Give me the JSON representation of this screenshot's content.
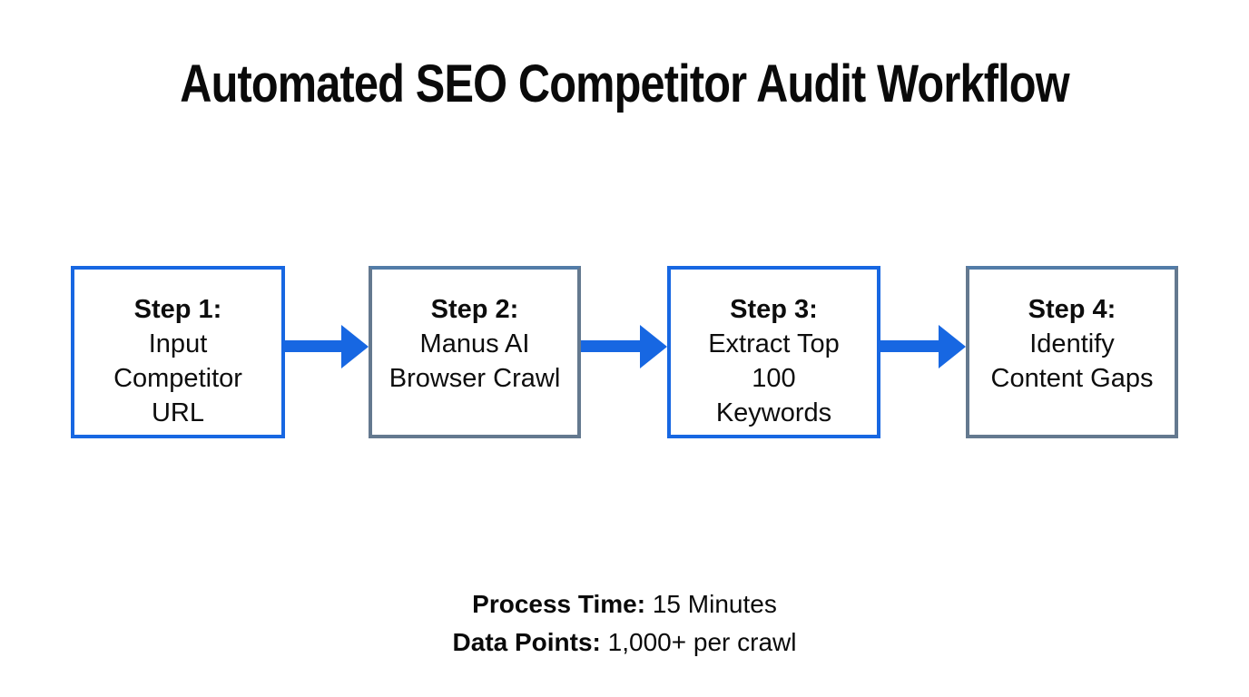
{
  "title": "Automated SEO Competitor Audit Workflow",
  "colors": {
    "accent_blue": "#1767e2",
    "slate_border": "#64798f",
    "text": "#0d0d0d",
    "background": "#ffffff"
  },
  "steps": [
    {
      "label": "Step 1:",
      "lines": [
        "Input",
        "Competitor",
        "URL"
      ],
      "border_style": "blue"
    },
    {
      "label": "Step 2:",
      "lines": [
        "Manus AI",
        "Browser Crawl"
      ],
      "border_style": "slate"
    },
    {
      "label": "Step 3:",
      "lines": [
        "Extract Top",
        "100",
        "Keywords"
      ],
      "border_style": "blue"
    },
    {
      "label": "Step 4:",
      "lines": [
        "Identify",
        "Content Gaps"
      ],
      "border_style": "slate"
    }
  ],
  "arrows": [
    {
      "name": "arrow-step1-to-step2"
    },
    {
      "name": "arrow-step2-to-step3"
    },
    {
      "name": "arrow-step3-to-step4"
    }
  ],
  "footer": {
    "line1_label": "Process Time:",
    "line1_value": " 15 Minutes",
    "line2_label": "Data Points:",
    "line2_value": " 1,000+ per crawl"
  }
}
